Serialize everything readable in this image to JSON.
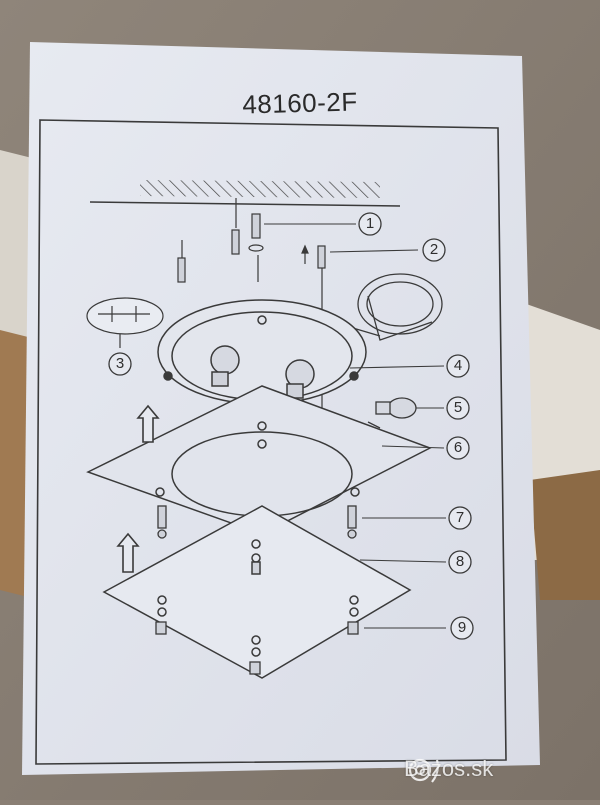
{
  "document": {
    "title": "48160-2F",
    "callouts": [
      "1",
      "2",
      "3",
      "4",
      "5",
      "6",
      "7",
      "8",
      "9"
    ]
  },
  "watermark": {
    "text": "Bazos.sk",
    "icon": "at-sign-icon"
  },
  "colors": {
    "paper": "#e2e5ee",
    "line": "#3a3a3a",
    "background": "#8a7f74"
  }
}
